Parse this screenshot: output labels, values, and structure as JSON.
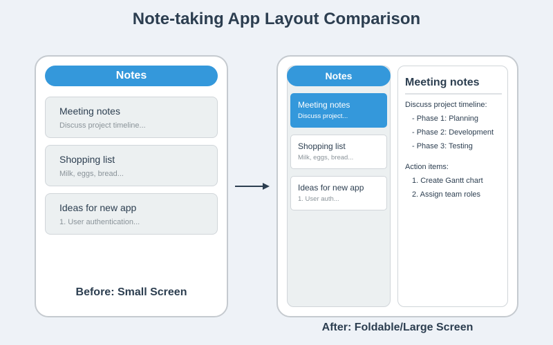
{
  "title": "Note-taking App Layout Comparison",
  "colors": {
    "background": "#eef2f7",
    "accent": "#3498db",
    "text": "#2c3e50",
    "card_bg": "#ecf0f1",
    "muted_text": "#8a9399"
  },
  "small_screen": {
    "header": "Notes",
    "notes": [
      {
        "title": "Meeting notes",
        "preview": "Discuss project timeline..."
      },
      {
        "title": "Shopping list",
        "preview": "Milk, eggs, bread..."
      },
      {
        "title": "Ideas for new app",
        "preview": "1. User authentication..."
      }
    ],
    "caption": "Before: Small Screen"
  },
  "arrow": {
    "icon": "arrow-right-icon",
    "glyph": "→"
  },
  "large_screen": {
    "sidebar": {
      "header": "Notes",
      "notes": [
        {
          "title": "Meeting notes",
          "preview": "Discuss project...",
          "selected": true
        },
        {
          "title": "Shopping list",
          "preview": "Milk, eggs, bread...",
          "selected": false
        },
        {
          "title": "Ideas for new app",
          "preview": "1. User auth...",
          "selected": false
        }
      ]
    },
    "detail": {
      "title": "Meeting notes",
      "lines": [
        "Discuss project timeline:",
        "- Phase 1: Planning",
        "- Phase 2: Development",
        "- Phase 3: Testing",
        "Action items:",
        "1. Create Gantt chart",
        "2. Assign team roles"
      ]
    },
    "caption": "After: Foldable/Large Screen"
  }
}
